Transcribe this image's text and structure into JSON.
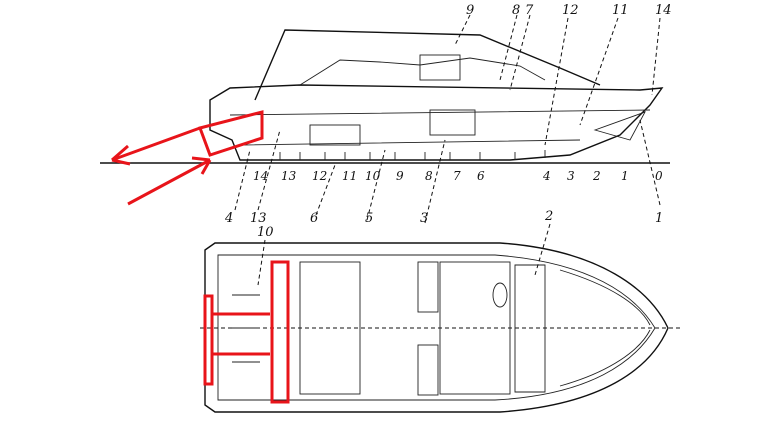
{
  "side_view": {
    "top_labels": [
      "9",
      "8",
      "7",
      "12",
      "11",
      "14"
    ],
    "station_scale": [
      "14",
      "13",
      "12",
      "11",
      "10",
      "9",
      "8",
      "7",
      "6",
      "4",
      "3",
      "2",
      "1",
      "0"
    ],
    "bottom_labels": [
      "4",
      "13",
      "6",
      "5",
      "3",
      "1"
    ]
  },
  "plan_view": {
    "labels": [
      "10",
      "2"
    ]
  },
  "colors": {
    "annotation": "#e8141a",
    "line": "#111111"
  }
}
